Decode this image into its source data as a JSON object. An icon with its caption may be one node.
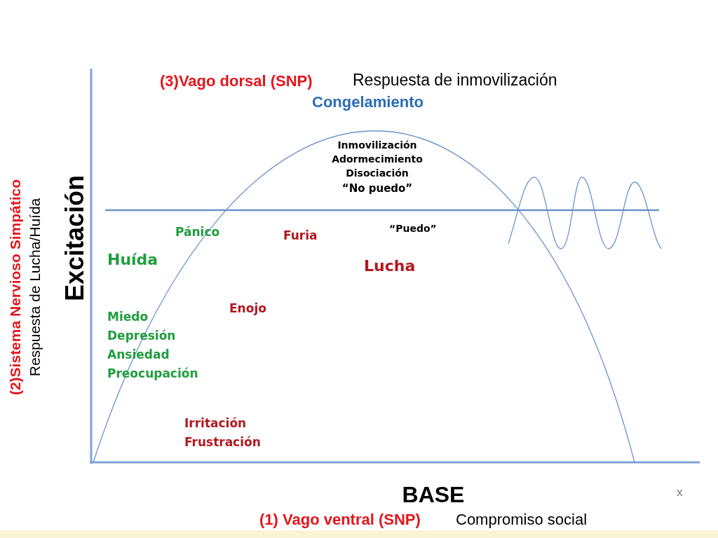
{
  "diagram": {
    "labels": [
      "(3)Vago dorsal (SNP)",
      "Respuesta de inmovilización",
      "Congelamiento",
      "Inmovilización",
      "Adormecimiento",
      "Disociación",
      "“No puedo”",
      "“Puedo”",
      "Pánico",
      "Furia",
      "Huída",
      "Lucha",
      "Enojo",
      "Miedo",
      "Depresión",
      "Ansiedad",
      "Preocupación",
      "Irritación",
      "Frustración",
      "(2)Sistema Nervioso Simpático",
      "Respuesta de Lucha/Huída",
      "Excitación",
      "BASE",
      "(1) Vago ventral (SNP)",
      "Compromiso social",
      "x"
    ]
  }
}
